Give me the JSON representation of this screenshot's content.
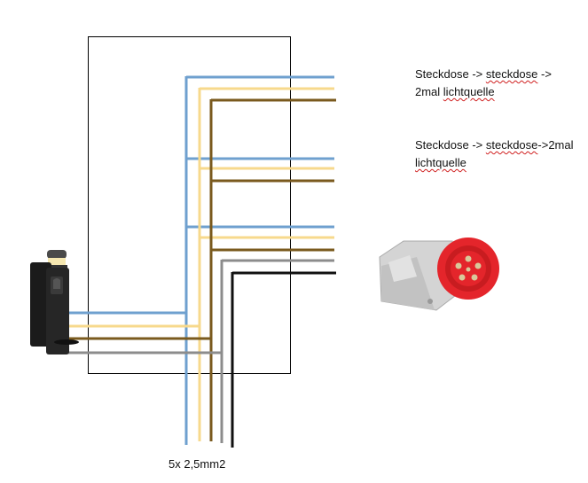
{
  "notes": [
    {
      "parts": [
        "Steckdose -> ",
        "steckdose",
        " ->",
        "2mal ",
        "lichtquelle"
      ]
    },
    {
      "parts": [
        "Steckdose -> ",
        "steckdose",
        "->2mal",
        "lichtquelle"
      ]
    }
  ],
  "cable_label": "5x 2,5mm2",
  "colors": {
    "blue": "#6fa0cf",
    "yellow": "#f7d98c",
    "brown": "#7a5a1e",
    "grey": "#8c8c8c",
    "black": "#111111",
    "box_border": "#000000",
    "plug_red": "#e4252b",
    "plug_grey": "#d4d4d4"
  },
  "icons": [
    "lamp-post-icon",
    "cee-plug-icon"
  ]
}
